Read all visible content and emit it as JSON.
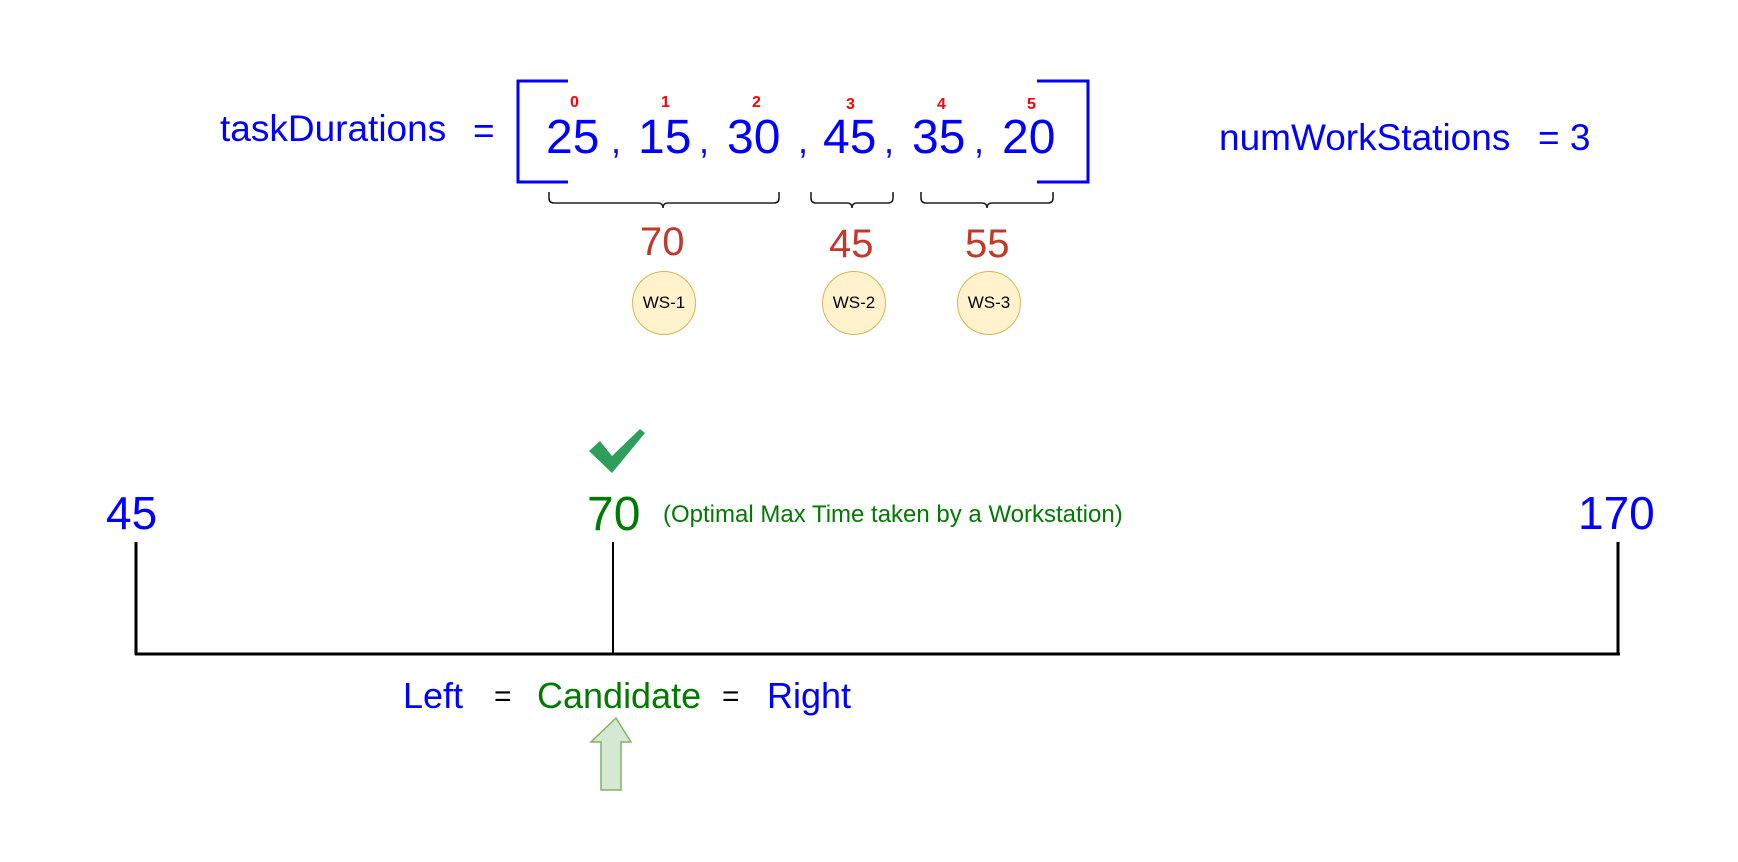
{
  "array": {
    "name": "taskDurations",
    "equals": "=",
    "values": [
      "25",
      "15",
      "30",
      "45",
      "35",
      "20"
    ],
    "indices": [
      "0",
      "1",
      "2",
      "3",
      "4",
      "5"
    ],
    "separator": ","
  },
  "stations": {
    "label": "numWorkStations",
    "value_text": "= 3"
  },
  "groups": [
    {
      "sum": "70",
      "label": "WS-1"
    },
    {
      "sum": "45",
      "label": "WS-2"
    },
    {
      "sum": "55",
      "label": "WS-3"
    }
  ],
  "number_line": {
    "left_value": "45",
    "candidate_value": "70",
    "right_value": "170",
    "candidate_note": "(Optimal Max Time taken by a Workstation)",
    "check_icon": "checkmark-icon"
  },
  "equation": {
    "left": "Left",
    "eq1": "=",
    "candidate": "Candidate",
    "eq2": "=",
    "right": "Right"
  },
  "colors": {
    "array_blue": "#0000ff",
    "index_red": "#ff0000",
    "sum_red": "#c0392b",
    "candidate_green": "#007a00",
    "circle_fill": "#fff2cc",
    "circle_border": "#d6b656",
    "arrow_fill": "#d5e8d4",
    "arrow_stroke": "#82b366",
    "check_green": "#2e9e5b"
  }
}
